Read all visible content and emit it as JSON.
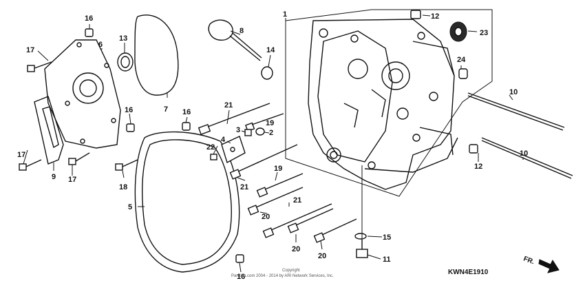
{
  "callouts": [
    {
      "id": "c1",
      "label": "1"
    },
    {
      "id": "c2",
      "label": "2"
    },
    {
      "id": "c3",
      "label": "3"
    },
    {
      "id": "c4",
      "label": "4"
    },
    {
      "id": "c5",
      "label": "5"
    },
    {
      "id": "c6",
      "label": "6"
    },
    {
      "id": "c7",
      "label": "7"
    },
    {
      "id": "c8",
      "label": "8"
    },
    {
      "id": "c9",
      "label": "9"
    },
    {
      "id": "c10a",
      "label": "10"
    },
    {
      "id": "c10b",
      "label": "10"
    },
    {
      "id": "c11",
      "label": "11"
    },
    {
      "id": "c12a",
      "label": "12"
    },
    {
      "id": "c12b",
      "label": "12"
    },
    {
      "id": "c13",
      "label": "13"
    },
    {
      "id": "c14",
      "label": "14"
    },
    {
      "id": "c15",
      "label": "15"
    },
    {
      "id": "c16a",
      "label": "16"
    },
    {
      "id": "c16b",
      "label": "16"
    },
    {
      "id": "c16c",
      "label": "16"
    },
    {
      "id": "c16d",
      "label": "16"
    },
    {
      "id": "c17a",
      "label": "17"
    },
    {
      "id": "c17b",
      "label": "17"
    },
    {
      "id": "c17c",
      "label": "17"
    },
    {
      "id": "c18",
      "label": "18"
    },
    {
      "id": "c19a",
      "label": "19"
    },
    {
      "id": "c19b",
      "label": "19"
    },
    {
      "id": "c20a",
      "label": "20"
    },
    {
      "id": "c20b",
      "label": "20"
    },
    {
      "id": "c20c",
      "label": "20"
    },
    {
      "id": "c21a",
      "label": "21"
    },
    {
      "id": "c21b",
      "label": "21"
    },
    {
      "id": "c21c",
      "label": "21"
    },
    {
      "id": "c22",
      "label": "22"
    },
    {
      "id": "c23",
      "label": "23"
    },
    {
      "id": "c24",
      "label": "24"
    }
  ],
  "copyright": {
    "line1": "Copyright",
    "line2": "Partzilla.com 2004 - 2014 by ARI Network Services, Inc."
  },
  "diagram_code": "KWN4E1910",
  "direction_label": "FR."
}
